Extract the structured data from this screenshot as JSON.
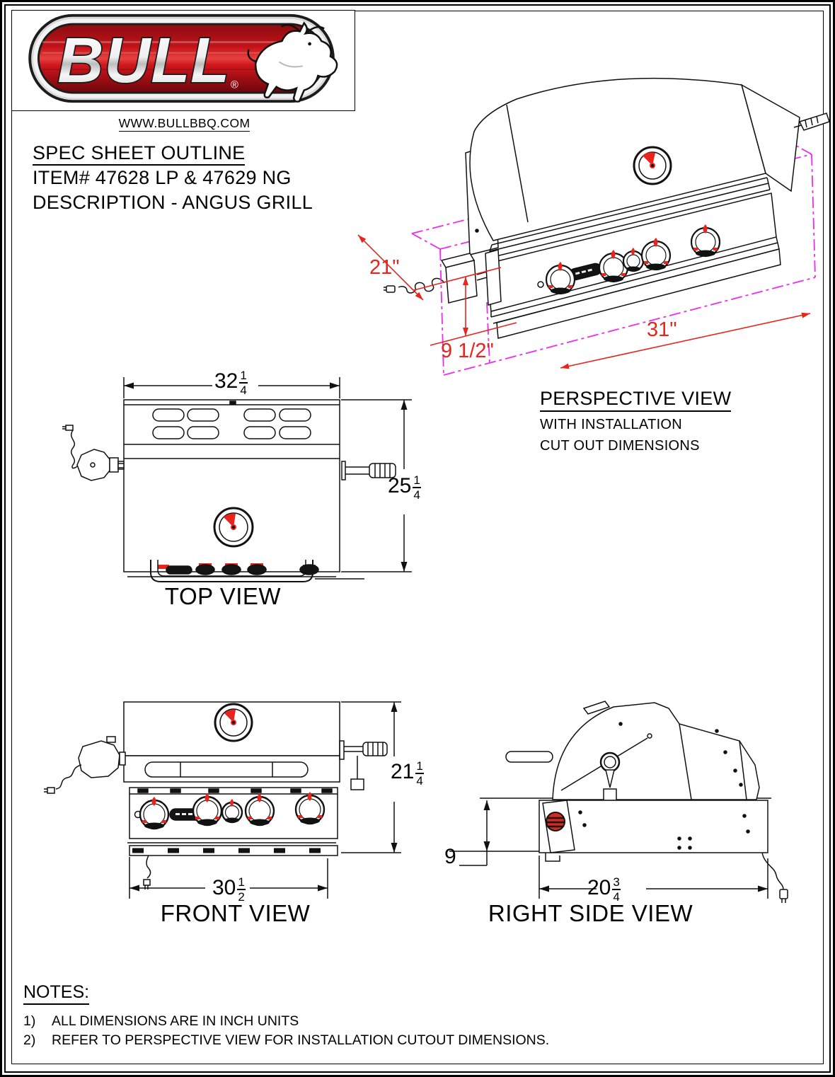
{
  "header": {
    "website": "WWW.BULLBBQ.COM",
    "title": "SPEC SHEET OUTLINE",
    "item_line": "ITEM# 47628 LP & 47629 NG",
    "description_line": "DESCRIPTION - ANGUS GRILL"
  },
  "logo": {
    "brand": "BULL",
    "registered_mark": "®"
  },
  "perspective": {
    "title": "PERSPECTIVE VIEW",
    "subtitle1": "WITH INSTALLATION",
    "subtitle2": "CUT OUT DIMENSIONS",
    "cutout_depth": "21\"",
    "cutout_height": "9 1/2\"",
    "cutout_width": "31\""
  },
  "views": {
    "top": {
      "label": "TOP VIEW",
      "width": {
        "whole": "32",
        "num": "1",
        "den": "4"
      },
      "depth": {
        "whole": "25",
        "num": "1",
        "den": "4"
      }
    },
    "front": {
      "label": "FRONT VIEW",
      "height": {
        "whole": "21",
        "num": "1",
        "den": "4"
      },
      "width": {
        "whole": "30",
        "num": "1",
        "den": "2"
      }
    },
    "right_side": {
      "label": "RIGHT SIDE VIEW",
      "height_below_counter": "9",
      "depth": {
        "whole": "20",
        "num": "3",
        "den": "4"
      }
    }
  },
  "notes": {
    "heading": "NOTES:",
    "items": [
      {
        "num": "1)",
        "text": "ALL DIMENSIONS ARE IN INCH UNITS"
      },
      {
        "num": "2)",
        "text": "REFER TO PERSPECTIVE VIEW FOR INSTALLATION CUTOUT DIMENSIONS."
      }
    ]
  },
  "colors": {
    "dimension_red": "#e8241c",
    "cutout_magenta": "#ee2bee",
    "logo_red": "#c8121b"
  }
}
